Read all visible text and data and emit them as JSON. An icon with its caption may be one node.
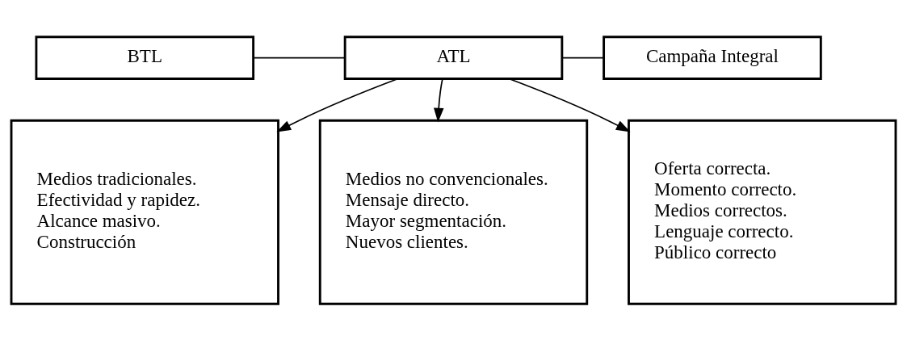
{
  "diagram": {
    "nodes": [
      {
        "text": [
          "BTL"
        ]
      },
      {
        "text": [
          "ATL"
        ]
      },
      {
        "text": [
          "Campaña Integral"
        ]
      },
      {
        "text": [
          "Medios tradicionales.",
          "Efectividad y rapidez.",
          "Alcance masivo.",
          "Construcción"
        ]
      },
      {
        "text": [
          "Medios no convencionales.",
          "Mensaje directo.",
          "Mayor segmentación.",
          "Nuevos clientes."
        ]
      },
      {
        "text": [
          "Oferta correcta.",
          "Momento correcto.",
          "Medios correctos.",
          "Lenguaje correcto.",
          "Público correcto"
        ]
      }
    ],
    "edges": [
      {
        "from": 0,
        "to": 1,
        "arrow": "none"
      },
      {
        "from": 1,
        "to": 2,
        "arrow": "none"
      },
      {
        "from": 1,
        "to": 3,
        "arrow": "to"
      },
      {
        "from": 1,
        "to": 4,
        "arrow": "to"
      },
      {
        "from": 1,
        "to": 5,
        "arrow": "to"
      }
    ]
  }
}
